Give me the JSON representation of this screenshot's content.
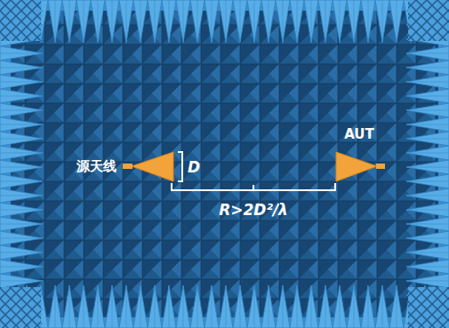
{
  "diagram": {
    "labels": [
      "源天线",
      "D",
      "AUT",
      "R>2D²/λ"
    ]
  }
}
